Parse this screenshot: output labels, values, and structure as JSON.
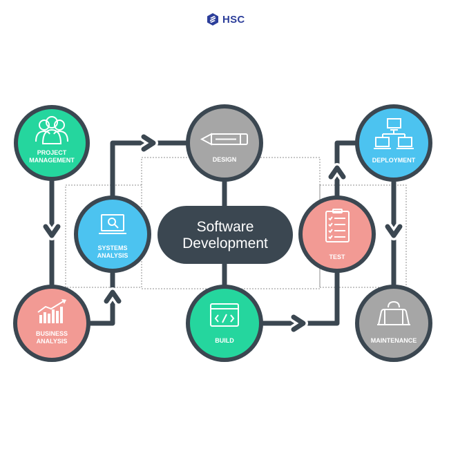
{
  "brand": {
    "name": "HSC"
  },
  "center": {
    "line1": "Software",
    "line2": "Development"
  },
  "nodes": [
    {
      "id": "project-management",
      "label1": "PROJECT",
      "label2": "MANAGEMENT",
      "icon": "team-icon",
      "color": "#25d69e"
    },
    {
      "id": "systems-analysis",
      "label1": "SYSTEMS",
      "label2": "ANALYSIS",
      "icon": "monitor-search-icon",
      "color": "#4cc3f0"
    },
    {
      "id": "business-analysis",
      "label1": "BUSINESS",
      "label2": "ANALYSIS",
      "icon": "bar-chart-growth-icon",
      "color": "#f29a94"
    },
    {
      "id": "design",
      "label1": "DESIGN",
      "label2": "",
      "icon": "pencil-icon",
      "color": "#a6a6a6"
    },
    {
      "id": "build",
      "label1": "BUILD",
      "label2": "",
      "icon": "code-window-icon",
      "color": "#25d69e"
    },
    {
      "id": "test",
      "label1": "TEST",
      "label2": "",
      "icon": "checklist-icon",
      "color": "#f29a94"
    },
    {
      "id": "deployment",
      "label1": "DEPLOYMENT",
      "label2": "",
      "icon": "network-icon",
      "color": "#4cc3f0"
    },
    {
      "id": "maintenance",
      "label1": "MAINTENANCE",
      "label2": "",
      "icon": "toolbox-icon",
      "color": "#a6a6a6"
    }
  ],
  "colors": {
    "outline": "#3b4751",
    "center_fill": "#3b4751",
    "brand": "#2c3e9a",
    "dotted": "#888888"
  }
}
